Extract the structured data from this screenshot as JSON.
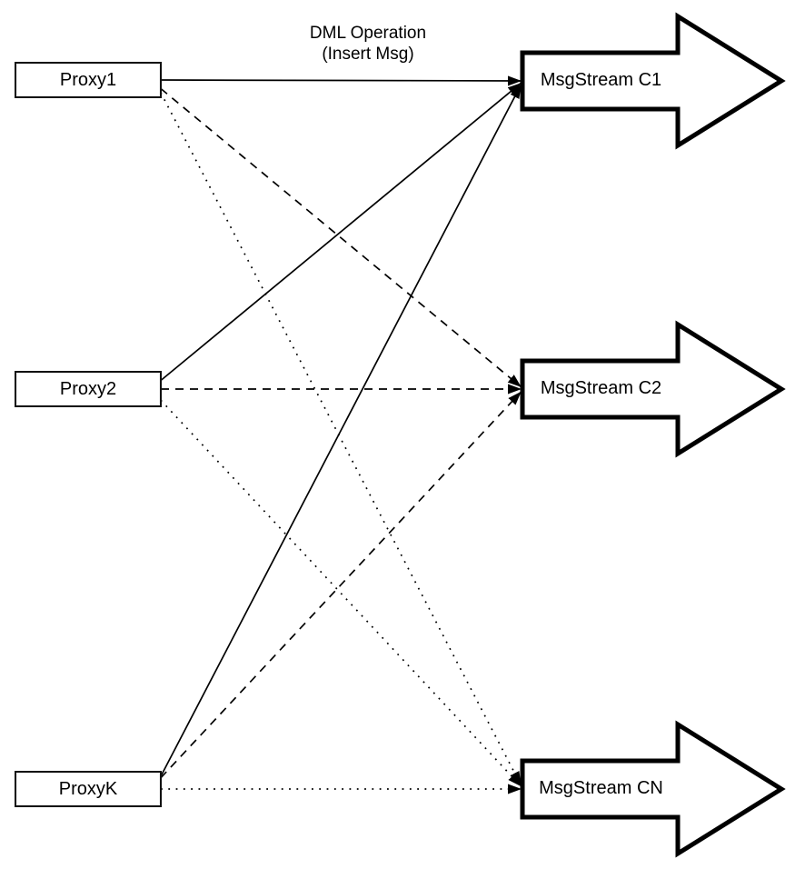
{
  "title": {
    "line1": "DML Operation",
    "line2": "(Insert Msg)"
  },
  "proxies": [
    {
      "id": "proxy1",
      "label": "Proxy1"
    },
    {
      "id": "proxy2",
      "label": "Proxy2"
    },
    {
      "id": "proxyk",
      "label": "ProxyK"
    }
  ],
  "streams": [
    {
      "id": "c1",
      "label": "MsgStream C1"
    },
    {
      "id": "c2",
      "label": "MsgStream C2"
    },
    {
      "id": "cn",
      "label": "MsgStream CN"
    }
  ],
  "edges": [
    {
      "from": "proxy1",
      "to": "c1",
      "style": "solid"
    },
    {
      "from": "proxy2",
      "to": "c1",
      "style": "solid"
    },
    {
      "from": "proxyk",
      "to": "c1",
      "style": "solid"
    },
    {
      "from": "proxy1",
      "to": "c2",
      "style": "dashed"
    },
    {
      "from": "proxy2",
      "to": "c2",
      "style": "dashed"
    },
    {
      "from": "proxyk",
      "to": "c2",
      "style": "dashed"
    },
    {
      "from": "proxy1",
      "to": "cn",
      "style": "dotted"
    },
    {
      "from": "proxy2",
      "to": "cn",
      "style": "dotted"
    },
    {
      "from": "proxyk",
      "to": "cn",
      "style": "dotted"
    }
  ],
  "colors": {
    "line": "#000000",
    "arrowhead": "#000000",
    "box_border": "#111111",
    "box_fill": "#ffffff",
    "background": "#ffffff"
  }
}
